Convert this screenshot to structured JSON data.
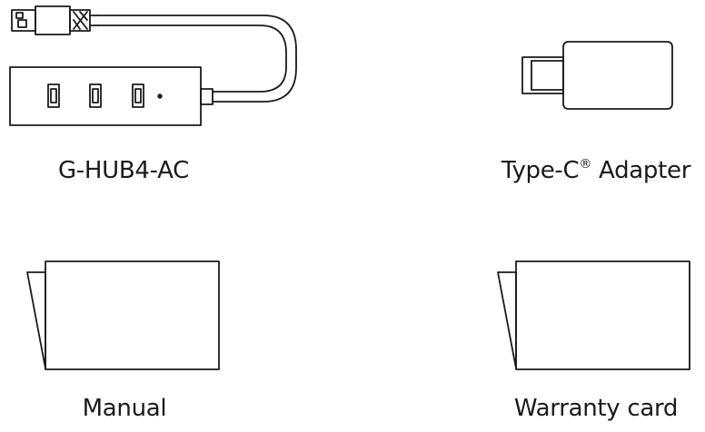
{
  "items": {
    "hub": {
      "label": "G-HUB4-AC"
    },
    "adapter": {
      "label_main": "Type-C",
      "label_mark": "®",
      "label_tail": " Adapter"
    },
    "manual": {
      "label": "Manual"
    },
    "warranty": {
      "label": "Warranty card"
    }
  },
  "colors": {
    "stroke": "#1a1a1a",
    "background": "#ffffff"
  }
}
